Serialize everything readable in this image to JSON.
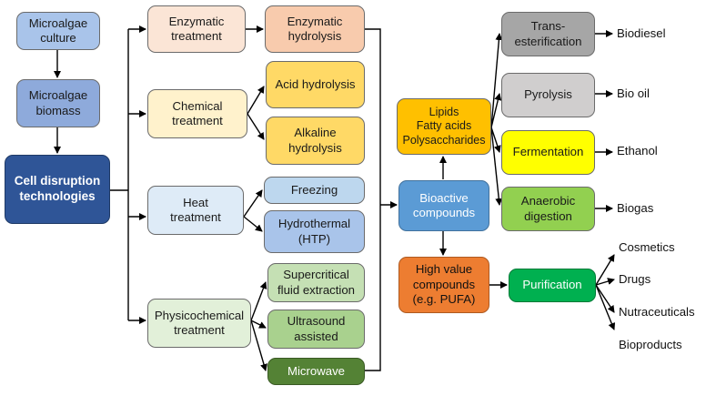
{
  "colors": {
    "blue_light": "#a9c4ea",
    "blue_mid": "#8eaadb",
    "blue_dark": "#2f5597",
    "peach": "#fbe5d6",
    "salmon": "#f8cbad",
    "cream": "#fff2cc",
    "yellow_gold": "#ffd966",
    "ice": "#deebf7",
    "sky": "#bdd7ee",
    "sage_light": "#e2f0d9",
    "sage": "#c5e0b4",
    "green_mid": "#a9d18e",
    "green_dark": "#548235",
    "steel": "#5b9bd5",
    "gold": "#ffc000",
    "orange": "#ed7d31",
    "green_bright": "#00b050",
    "gray_dark": "#a6a6a6",
    "gray_light": "#d0cece",
    "yellow_bright": "#ffff00",
    "green_lime": "#92d050"
  },
  "nodes": {
    "culture": "Microalgae\nculture",
    "biomass": "Microalgae\nbiomass",
    "disruption": "Cell disruption\ntechnologies",
    "enzymatic": "Enzymatic\ntreatment",
    "chemical": "Chemical\ntreatment",
    "heat": "Heat\ntreatment",
    "physico": "Physicochemical\ntreatment",
    "enz_hydrolysis": "Enzymatic\nhydrolysis",
    "acid": "Acid hydrolysis",
    "alkaline": "Alkaline\nhydrolysis",
    "freezing": "Freezing",
    "hydrothermal": "Hydrothermal\n(HTP)",
    "supercritical": "Supercritical\nfluid extraction",
    "ultrasound": "Ultrasound\nassisted",
    "microwave": "Microwave",
    "bioactive": "Bioactive\ncompounds",
    "lipids": "Lipids\nFatty acids\nPolysaccharides",
    "high_value": "High value\ncompounds\n(e.g. PUFA)",
    "purification": "Purification",
    "trans": "Trans-\nesterification",
    "pyrolysis": "Pyrolysis",
    "fermentation": "Fermentation",
    "anaerobic": "Anaerobic\ndigestion"
  },
  "outputs": {
    "biodiesel": "Biodiesel",
    "bio_oil": "Bio oil",
    "ethanol": "Ethanol",
    "biogas": "Biogas",
    "cosmetics": "Cosmetics",
    "drugs": "Drugs",
    "nutraceuticals": "Nutraceuticals",
    "bioproducts": "Bioproducts"
  }
}
